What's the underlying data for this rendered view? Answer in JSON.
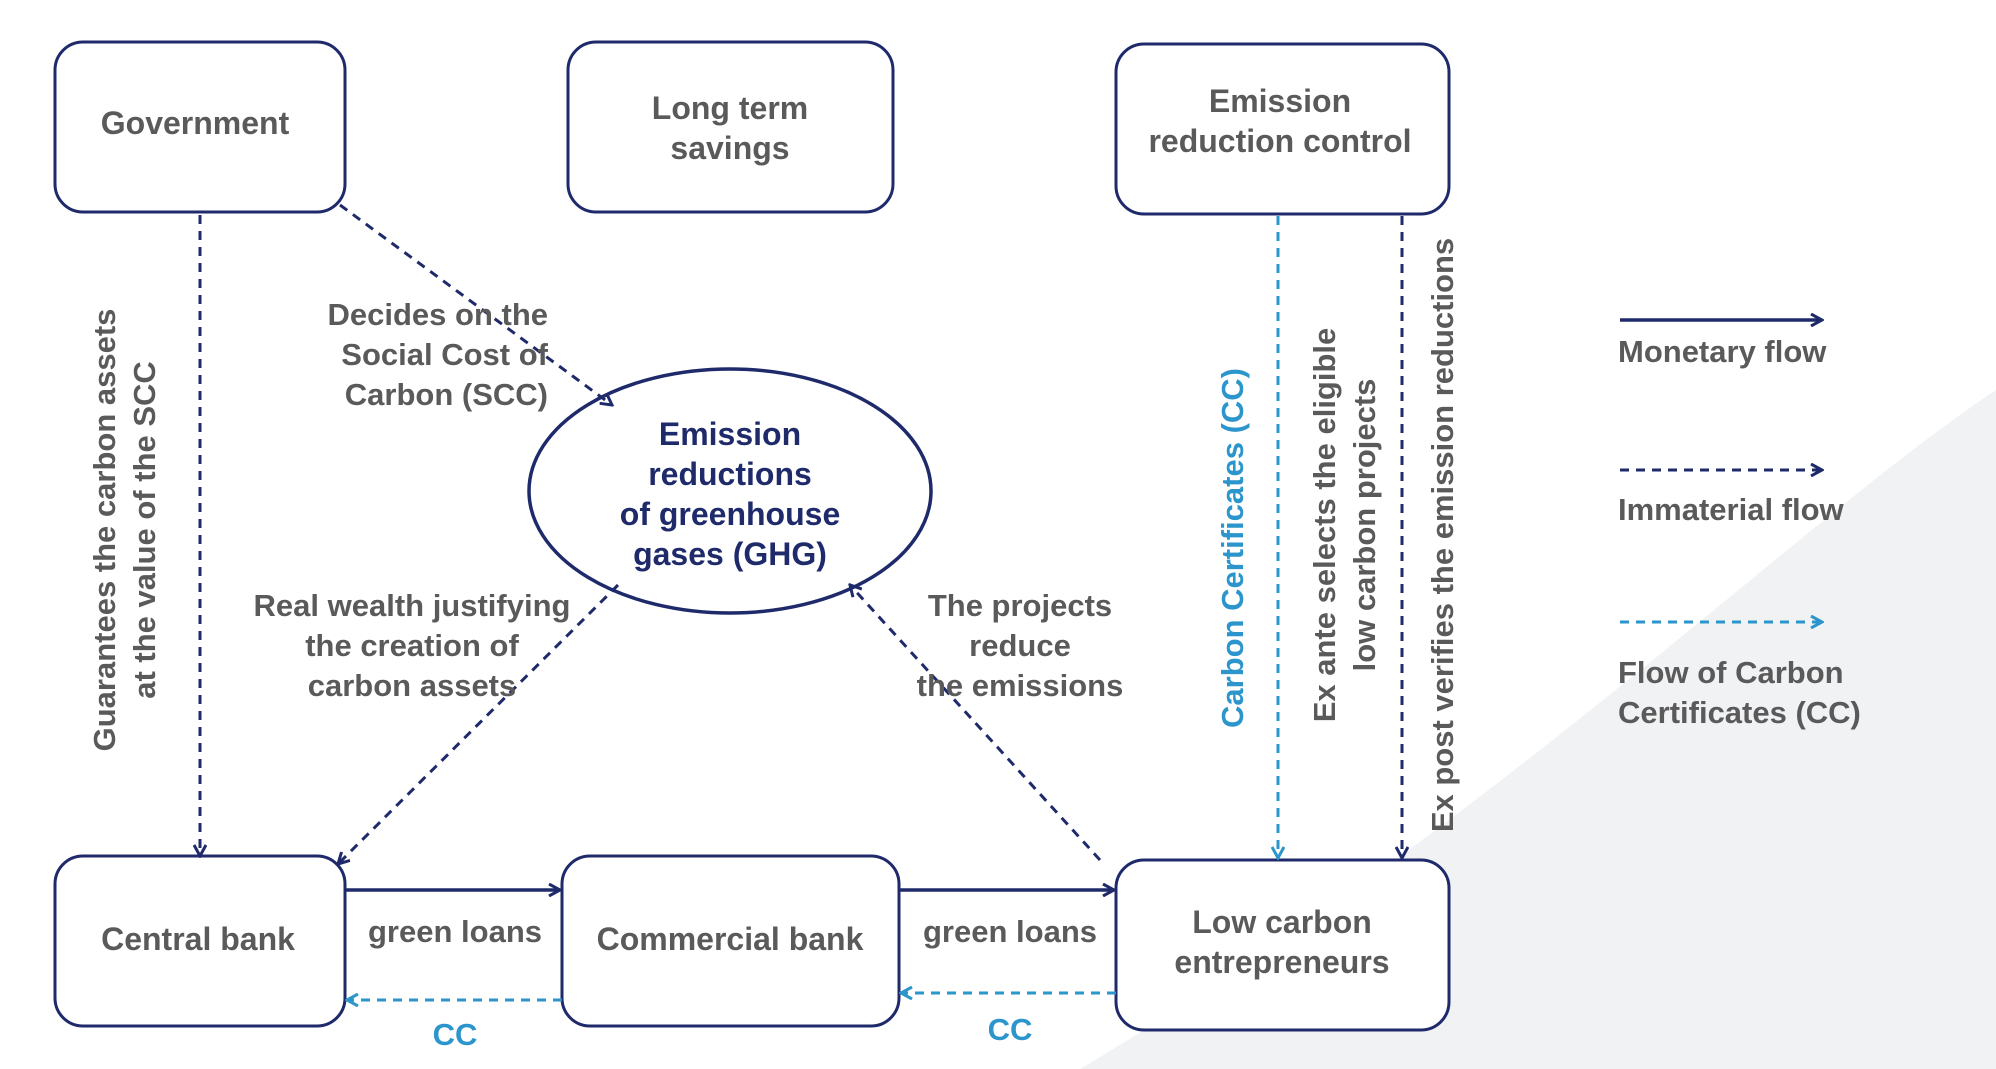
{
  "nodes": {
    "government": {
      "lines": [
        "Government"
      ]
    },
    "savings": {
      "lines": [
        "Long term",
        "savings"
      ]
    },
    "control": {
      "lines": [
        "Emission",
        "reduction control"
      ]
    },
    "ghg": {
      "lines": [
        "Emission",
        "reductions",
        "of greenhouse",
        "gases (GHG)"
      ]
    },
    "central_bank": {
      "lines": [
        "Central bank"
      ]
    },
    "commercial_bank": {
      "lines": [
        "Commercial bank"
      ]
    },
    "entrepreneurs": {
      "lines": [
        "Low carbon",
        "entrepreneurs"
      ]
    }
  },
  "edge_labels": {
    "decides_scc": [
      "Decides on the",
      "Social Cost of",
      "Carbon (SCC)"
    ],
    "guarantees": [
      "Guarantees the carbon assets",
      "at the value of the SCC"
    ],
    "real_wealth": [
      "Real wealth justifying",
      "the creation of",
      "carbon assets"
    ],
    "projects_reduce": [
      "The projects",
      "reduce",
      "the emissions"
    ],
    "carbon_certificates": [
      "Carbon Certificates (CC)"
    ],
    "ex_ante": [
      "Ex ante selects the eligible",
      "low carbon projects"
    ],
    "ex_post": [
      "Ex post verifies the emission reductions"
    ],
    "green_loans_1": "green loans",
    "green_loans_2": "green loans",
    "cc_1": "CC",
    "cc_2": "CC"
  },
  "legend": {
    "monetary": [
      "Monetary flow"
    ],
    "immaterial": [
      "Immaterial flow"
    ],
    "cc_flow": [
      "Flow of Carbon",
      "Certificates (CC)"
    ]
  },
  "colors": {
    "navy": "#1f2a6b",
    "light_blue": "#2b95cc",
    "gray_text": "#5a5a5a",
    "background_shape": "#f1f2f4"
  }
}
